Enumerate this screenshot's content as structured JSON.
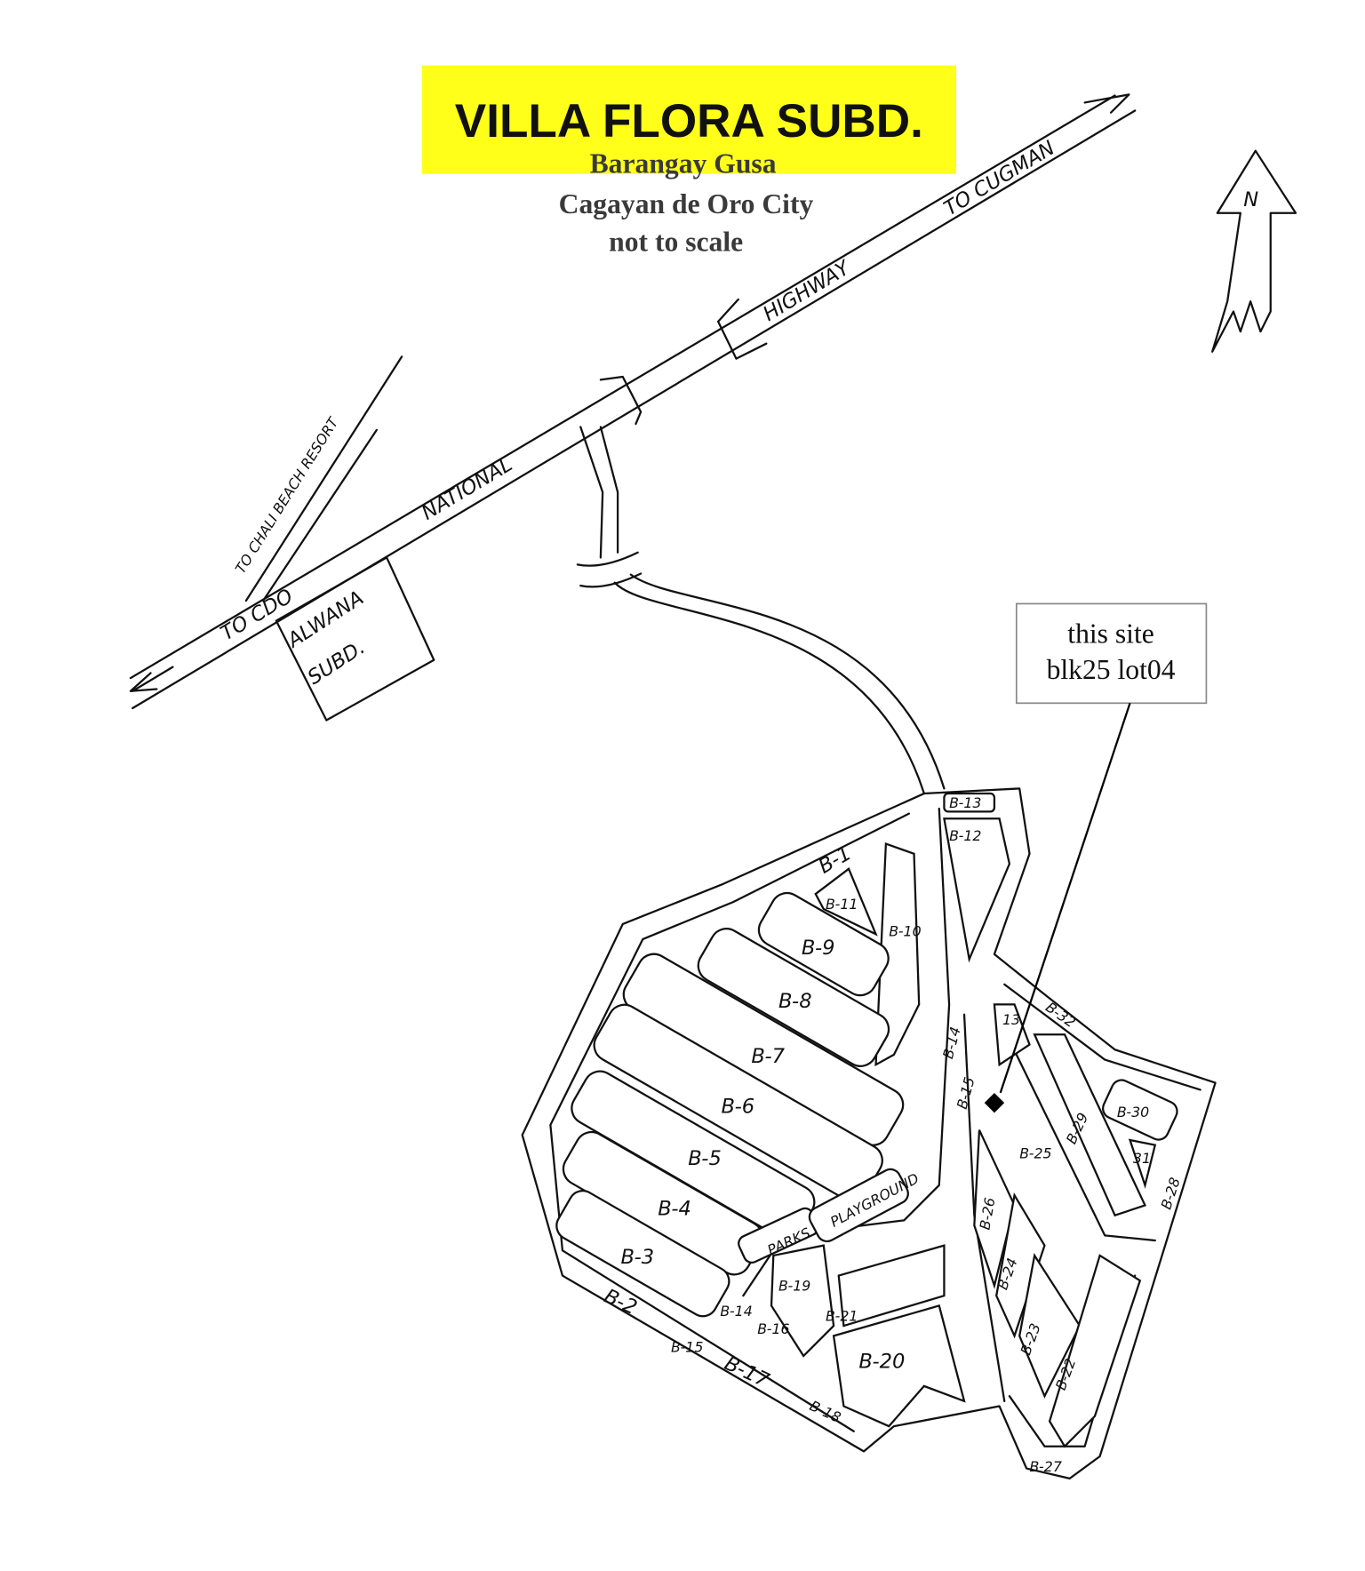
{
  "title": {
    "name": "VILLA FLORA SUBD.",
    "barangay": "Barangay Gusa",
    "city": "Cagayan de Oro City",
    "scale_note": "not to scale",
    "highlight_color": "#ffff1a"
  },
  "roads": {
    "highway": "HIGHWAY",
    "to_cugman": "TO CUGMAN",
    "national": "NATIONAL",
    "to_cdo": "TO CDO",
    "to_chali": "TO CHALI BEACH RESORT"
  },
  "neighbor": {
    "line1": "ALWANA",
    "line2": "SUBD."
  },
  "compass": {
    "label": "N"
  },
  "callout": {
    "line1": "this site",
    "line2": "blk25 lot04"
  },
  "map": {
    "playground": "PLAYGROUND",
    "parks": "PARKS",
    "blocks": [
      "B-1",
      "B-2",
      "B-3",
      "B-4",
      "B-5",
      "B-6",
      "B-7",
      "B-8",
      "B-9",
      "B-10",
      "B-11",
      "B-12",
      "B-13",
      "B-14",
      "B-15",
      "B-16",
      "B-17",
      "B-18",
      "B-19",
      "B-20",
      "B-21",
      "B-22",
      "B-23",
      "B-24",
      "B-25",
      "B-26",
      "B-27",
      "B-28",
      "B-29",
      "B-30",
      "31",
      "B-32",
      "13",
      "B-14",
      "B-15"
    ]
  }
}
